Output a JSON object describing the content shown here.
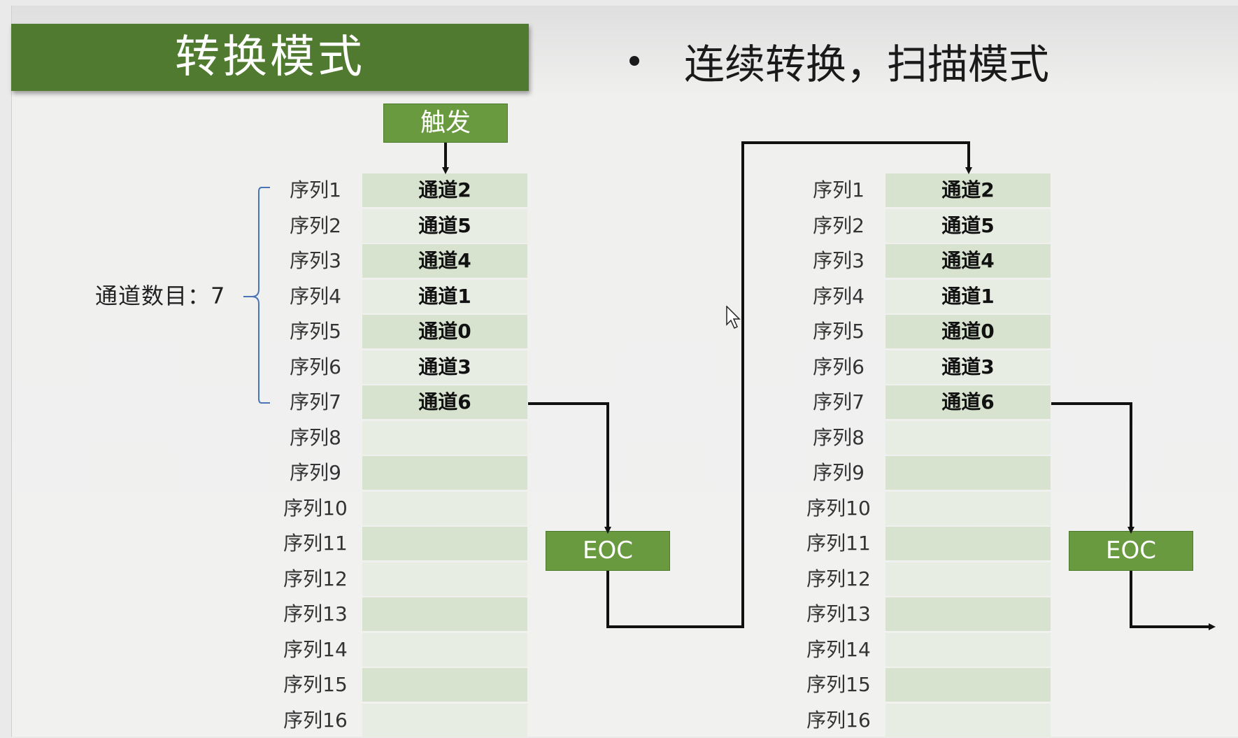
{
  "title": "转换模式",
  "subtitle": "连续转换，扫描模式",
  "trigger_label": "触发",
  "eoc_label": "EOC",
  "channel_count_label": "通道数目：7",
  "sequence_labels": [
    "序列1",
    "序列2",
    "序列3",
    "序列4",
    "序列5",
    "序列6",
    "序列7",
    "序列8",
    "序列9",
    "序列10",
    "序列11",
    "序列12",
    "序列13",
    "序列14",
    "序列15",
    "序列16"
  ],
  "channels": [
    "通道2",
    "通道5",
    "通道4",
    "通道1",
    "通道0",
    "通道3",
    "通道6",
    "",
    "",
    "",
    "",
    "",
    "",
    "",
    "",
    ""
  ],
  "colors": {
    "title_bg": "#4f7a30",
    "box_green": "#6a9a3f",
    "row_dark": "#d7e3cf",
    "row_light": "#e8ede4",
    "brace": "#4a74b8"
  }
}
